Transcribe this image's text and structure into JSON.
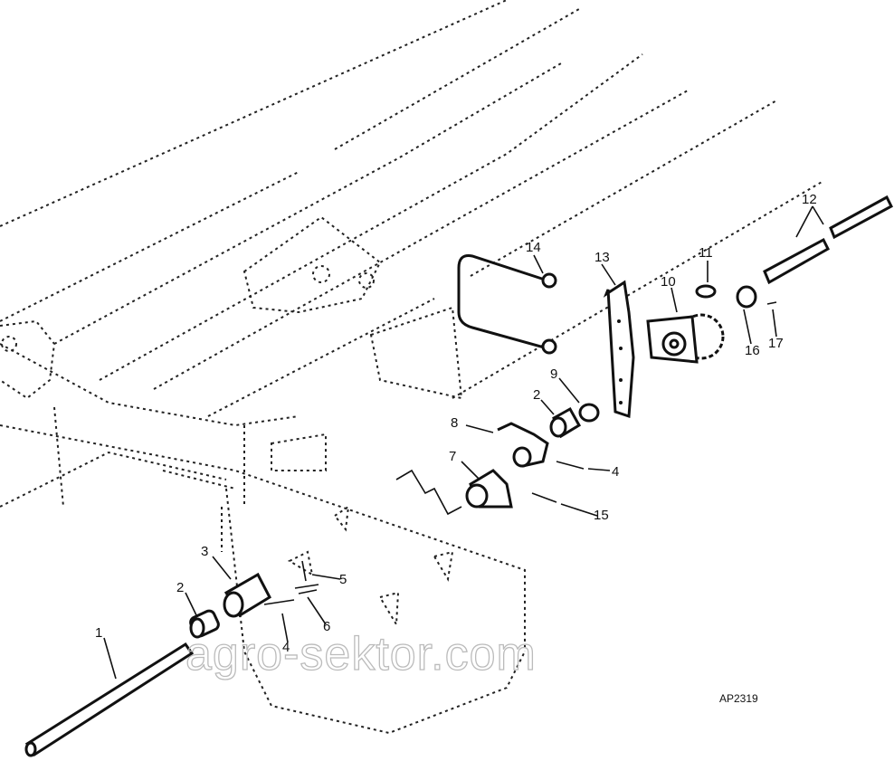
{
  "diagram": {
    "code": "AP2319",
    "watermark": "agro-sektor.com",
    "callouts": {
      "c1": "1",
      "c2a": "2",
      "c3": "3",
      "c4a": "4",
      "c5": "5",
      "c6": "6",
      "c2b": "2",
      "c7": "7",
      "c8": "8",
      "c9": "9",
      "c4b": "4",
      "c15": "15",
      "c10": "10",
      "c11": "11",
      "c12": "12",
      "c13": "13",
      "c14": "14",
      "c16": "16",
      "c17": "17"
    }
  }
}
